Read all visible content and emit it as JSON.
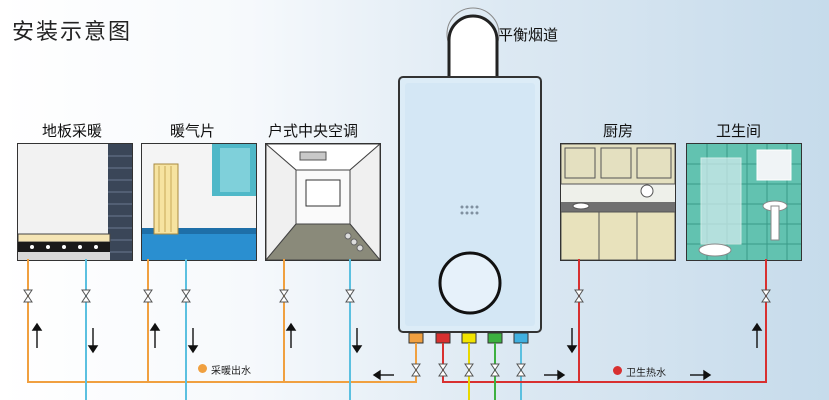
{
  "title": "安装示意图",
  "flue_label": "平衡烟道",
  "rooms": {
    "floor_heating": "地板采暖",
    "radiator": "暖气片",
    "central_ac": "户式中央空调",
    "kitchen": "厨房",
    "bathroom": "卫生间"
  },
  "legend": {
    "heating_out": "采暖出水",
    "hot_water": "卫生热水"
  },
  "colors": {
    "heating": "#f0a040",
    "return": "#5bc0e0",
    "hot_water": "#d83030",
    "gas": "#f2e400",
    "green": "#3cb040",
    "cold": "#40b0e0"
  }
}
